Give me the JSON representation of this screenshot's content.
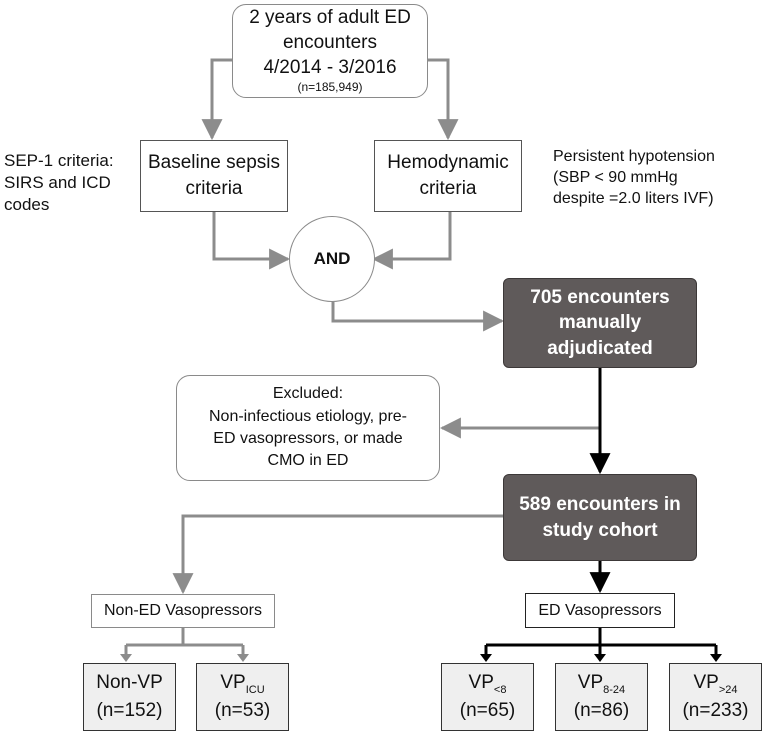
{
  "top_box": {
    "line1": "2 years of adult ED",
    "line2": "encounters",
    "line3": "4/2014 - 3/2016",
    "line4": "(n=185,949)"
  },
  "sep1_note": {
    "line1": "SEP-1 criteria:",
    "line2": "SIRS and ICD",
    "line3": "codes"
  },
  "baseline_box": {
    "line1": "Baseline sepsis",
    "line2": "criteria"
  },
  "hemodynamic_box": {
    "line1": "Hemodynamic",
    "line2": "criteria"
  },
  "hypotension_note": {
    "line1": "Persistent hypotension",
    "line2": "(SBP < 90 mmHg",
    "line3": "despite =2.0 liters IVF)"
  },
  "and_node": {
    "label": "AND"
  },
  "adjudicated_box": {
    "line1": "705 encounters",
    "line2": "manually",
    "line3": "adjudicated"
  },
  "excluded_box": {
    "line1": "Excluded:",
    "line2": "Non-infectious etiology, pre-",
    "line3": "ED vasopressors, or made",
    "line4": "CMO in ED"
  },
  "cohort_box": {
    "line1": "589 encounters in",
    "line2": "study cohort"
  },
  "non_ed_box": {
    "label": "Non-ED Vasopressors"
  },
  "ed_box": {
    "label": "ED Vasopressors"
  },
  "leaves": {
    "non_vp": {
      "label": "Non-VP",
      "sub": "",
      "count": "(n=152)"
    },
    "vp_icu": {
      "label": "VP",
      "sub": "ICU",
      "count": "(n=53)"
    },
    "vp_lt8": {
      "label": "VP",
      "sub": "<8",
      "count": "(n=65)"
    },
    "vp_8_24": {
      "label": "VP",
      "sub": "8-24",
      "count": "(n=86)"
    },
    "vp_gt24": {
      "label": "VP",
      "sub": ">24",
      "count": "(n=233)"
    }
  },
  "colors": {
    "connector_gray": "#8c8c8c",
    "connector_black": "#000000",
    "dark_fill": "#5f5a5a",
    "leaf_fill": "#efefef"
  }
}
